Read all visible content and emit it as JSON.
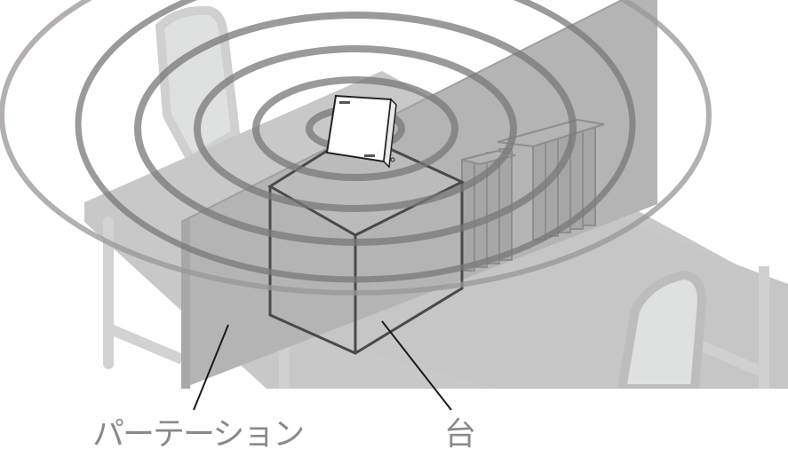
{
  "diagram": {
    "title": "Access point placement illustration",
    "labels": {
      "partition": "パーテーション",
      "stand": "台"
    },
    "elements": {
      "device": "wireless-access-point",
      "stand": "box-stand",
      "partition": "desk-partition",
      "signal_rings": 6
    },
    "colors": {
      "desk": "#c8c8c8",
      "partition": "#b2b2b2",
      "chair": "#dfe0e0",
      "chair_frame": "#bdbdbd",
      "ring": "#8d8a89",
      "stand_outline": "#4a4a4a",
      "label_text": "#8a8a8a",
      "leader_line": "#1a1a1a"
    }
  }
}
